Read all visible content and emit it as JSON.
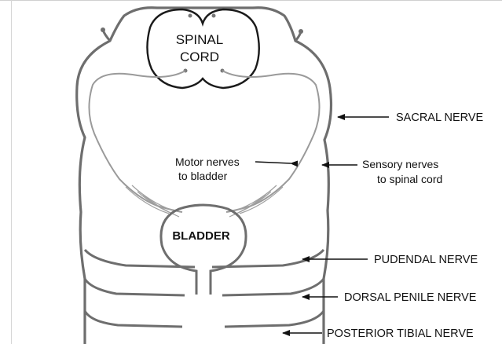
{
  "diagram": {
    "spinal_cord": {
      "line1": "SPINAL",
      "line2": "CORD"
    },
    "bladder_label": "BLADDER",
    "motor_nerves": {
      "line1": "Motor nerves",
      "line2": "to bladder"
    },
    "sensory_nerves": {
      "line1": "Sensory nerves",
      "line2": "to spinal cord"
    },
    "nerve_labels": {
      "sacral": "SACRAL NERVE",
      "pudendal": "PUDENDAL NERVE",
      "dorsal_penile": "DORSAL PENILE NERVE",
      "posterior_tibial": "POSTERIOR TIBIAL NERVE"
    },
    "colors": {
      "outline": "#6e6e6e",
      "nerve": "#9a9a9a",
      "cord": "#1a1a1a",
      "arrow": "#111111",
      "text": "#111111"
    }
  }
}
